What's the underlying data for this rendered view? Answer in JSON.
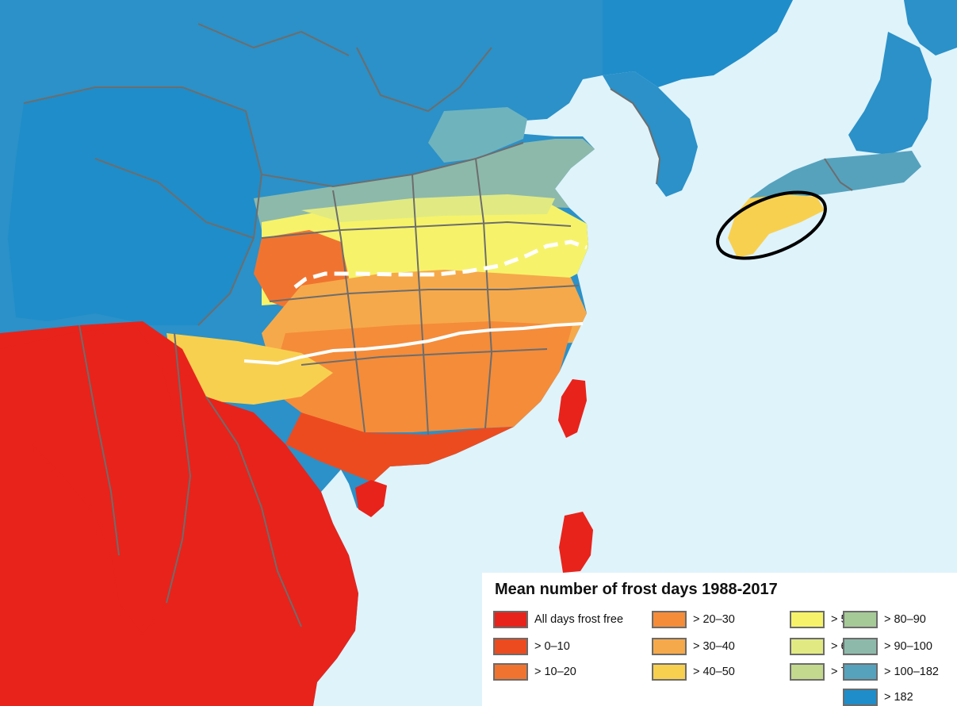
{
  "legend": {
    "title": "Mean number of frost days 1988-2017",
    "items": [
      {
        "label": "All days frost free",
        "color": "#e8231b"
      },
      {
        "label": "> 0–10",
        "color": "#ec4b20"
      },
      {
        "label": "> 10–20",
        "color": "#f07430"
      },
      {
        "label": "> 20–30",
        "color": "#f48c3a"
      },
      {
        "label": "> 30–40",
        "color": "#f6a94a"
      },
      {
        "label": "> 40–50",
        "color": "#f8d050"
      },
      {
        "label": "> 50–60",
        "color": "#f6f36a"
      },
      {
        "label": "> 60–70",
        "color": "#e1ea82"
      },
      {
        "label": "> 70–80",
        "color": "#c3d98e"
      },
      {
        "label": "> 80–90",
        "color": "#a6c998"
      },
      {
        "label": "> 90–100",
        "color": "#8db9ab"
      },
      {
        "label": "> 100–182",
        "color": "#56a2bd"
      },
      {
        "label": "> 182",
        "color": "#1f8dc9"
      }
    ]
  },
  "colors": {
    "sea": "#dff3fb",
    "border": "#6d6d6d",
    "annotation": "#ffffff",
    "highlight": "#000000"
  }
}
